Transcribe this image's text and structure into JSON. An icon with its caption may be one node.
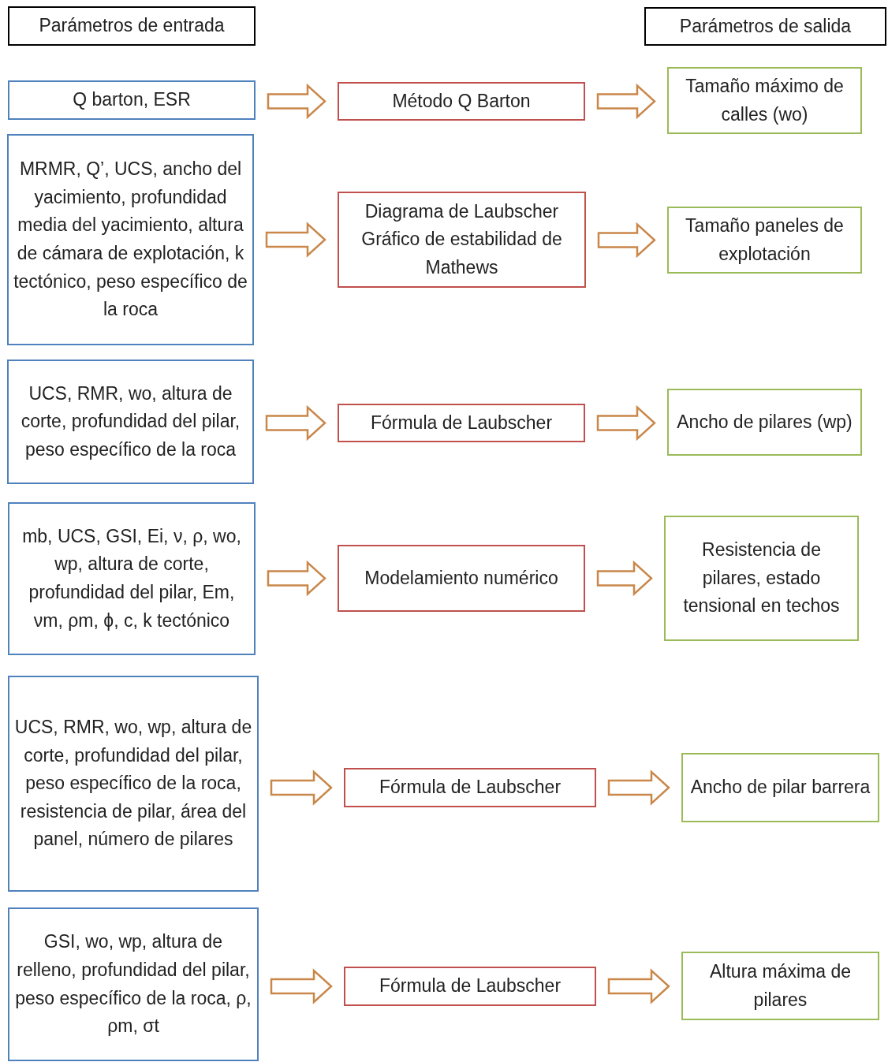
{
  "diagram": {
    "nodes": [
      {
        "text": [
          "Parámetros de entrada"
        ]
      },
      {
        "text": [
          "Parámetros de salida"
        ]
      },
      {
        "text": [
          "Q barton, ESR"
        ]
      },
      {
        "text": [
          "Método Q Barton"
        ]
      },
      {
        "text": [
          "Tamaño máximo de calles (wo)"
        ]
      },
      {
        "text": [
          "MRMR, Q’, UCS, ancho del yacimiento, profundidad media del yacimiento, altura de cámara de explotación, k tectónico, peso específico de la roca"
        ]
      },
      {
        "text": [
          "Diagrama de Laubscher Gráfico de estabilidad de Mathews"
        ]
      },
      {
        "text": [
          "Tamaño paneles de explotación"
        ]
      },
      {
        "text": [
          "UCS, RMR, wo, altura de corte, profundidad del pilar, peso específico de la roca"
        ]
      },
      {
        "text": [
          "Fórmula de Laubscher"
        ]
      },
      {
        "text": [
          "Ancho de pilares (wp)"
        ]
      },
      {
        "text": [
          "mb, UCS, GSI, Ei, ν, ρ, wo, wp, altura de corte, profundidad del pilar, Em, νm, ρm, ϕ, c, k tectónico"
        ]
      },
      {
        "text": [
          "Modelamiento numérico"
        ]
      },
      {
        "text": [
          "Resistencia de pilares, estado tensional en techos"
        ]
      },
      {
        "text": [
          "UCS, RMR, wo, wp, altura de corte, profundidad del pilar, peso específico de la roca, resistencia de pilar, área del panel, número de pilares"
        ]
      },
      {
        "text": [
          "Fórmula de Laubscher"
        ]
      },
      {
        "text": [
          "Ancho de pilar barrera"
        ]
      },
      {
        "text": [
          "GSI, wo, wp, altura de relleno, profundidad del pilar, peso específico de la roca, ρ, ρm, σt"
        ]
      },
      {
        "text": [
          "Fórmula de Laubscher"
        ]
      },
      {
        "text": [
          "Altura máxima de pilares"
        ]
      }
    ],
    "edges": [
      {
        "from": 2,
        "to": 3,
        "arrow": "to"
      },
      {
        "from": 3,
        "to": 4,
        "arrow": "to"
      },
      {
        "from": 5,
        "to": 6,
        "arrow": "to"
      },
      {
        "from": 6,
        "to": 7,
        "arrow": "to"
      },
      {
        "from": 8,
        "to": 9,
        "arrow": "to"
      },
      {
        "from": 9,
        "to": 10,
        "arrow": "to"
      },
      {
        "from": 11,
        "to": 12,
        "arrow": "to"
      },
      {
        "from": 12,
        "to": 13,
        "arrow": "to"
      },
      {
        "from": 14,
        "to": 15,
        "arrow": "to"
      },
      {
        "from": 15,
        "to": 16,
        "arrow": "to"
      },
      {
        "from": 17,
        "to": 18,
        "arrow": "to"
      },
      {
        "from": 18,
        "to": 19,
        "arrow": "to"
      }
    ]
  }
}
